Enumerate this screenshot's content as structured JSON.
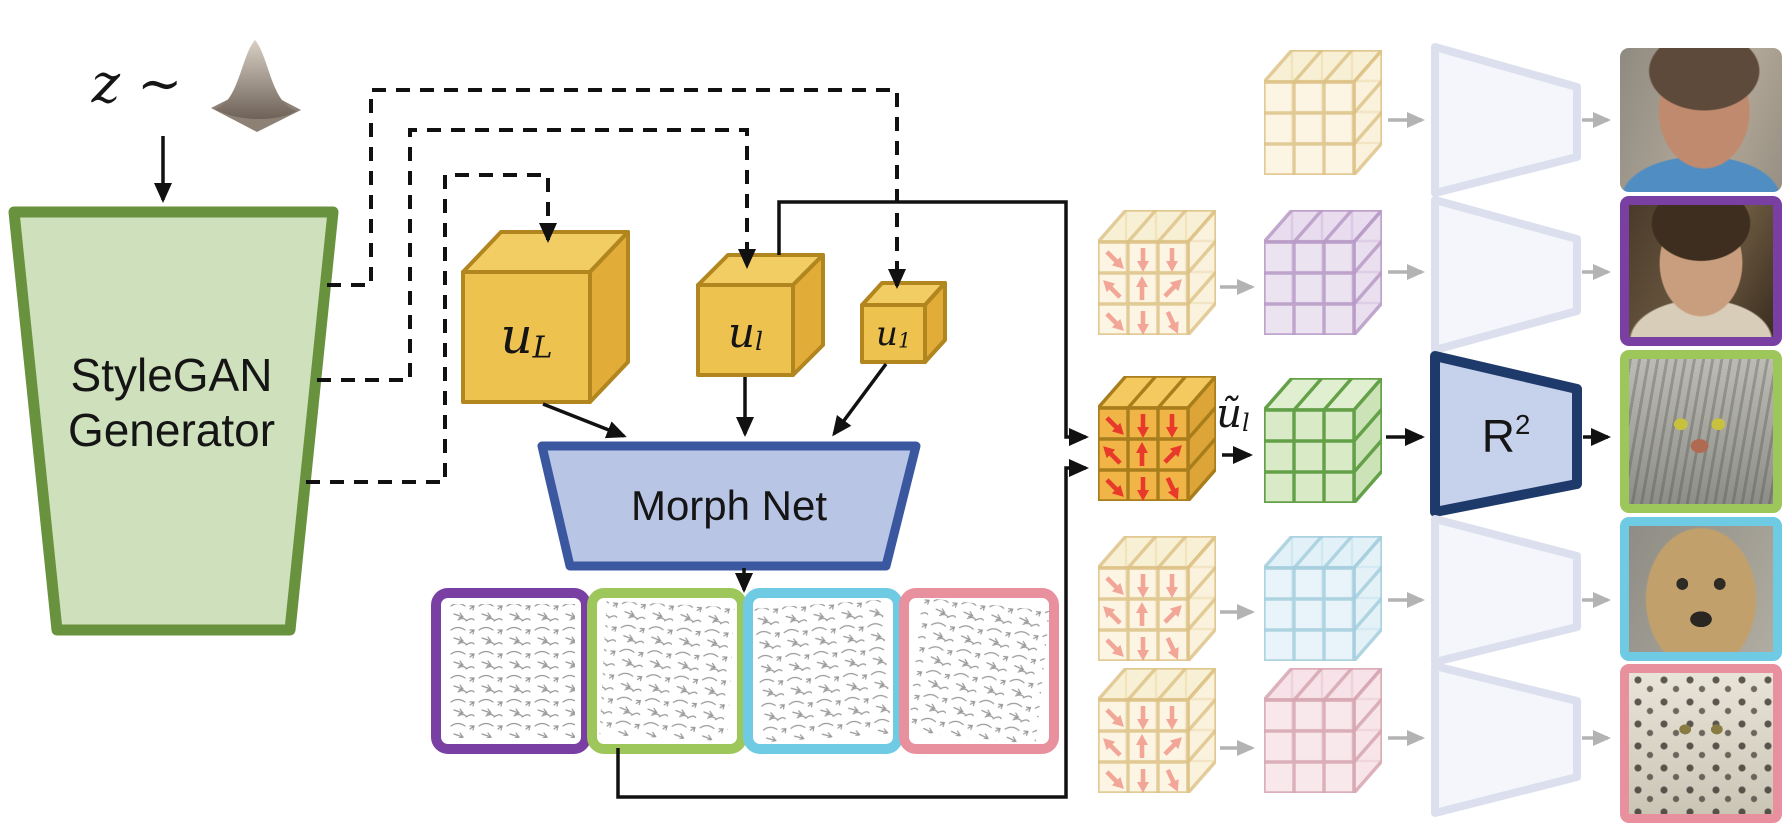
{
  "latent": {
    "label": "z ∼"
  },
  "generator": {
    "label": "StyleGAN Generator"
  },
  "feature_cubes": {
    "uL": {
      "base": "u",
      "sub": "L"
    },
    "ul": {
      "base": "u",
      "sub": "l"
    },
    "u1": {
      "base": "u",
      "sub": "1"
    }
  },
  "morph_net": {
    "label": "Morph Net"
  },
  "flow_fields": [
    {
      "name": "flow-field-purple"
    },
    {
      "name": "flow-field-green"
    },
    {
      "name": "flow-field-cyan"
    },
    {
      "name": "flow-field-pink"
    }
  ],
  "warped_feature": {
    "base": "ũ",
    "sub": "l"
  },
  "refine_block": {
    "base": "R",
    "sup": "2"
  },
  "output_rows": [
    {
      "image": "man-photo",
      "border": "none"
    },
    {
      "image": "portrait-painting",
      "border": "purple"
    },
    {
      "image": "cat-photo",
      "border": "green"
    },
    {
      "image": "dog-photo",
      "border": "cyan"
    },
    {
      "image": "snow-leopard-photo",
      "border": "pink"
    }
  ],
  "colors": {
    "generator_fill": "#cfe0bc",
    "generator_border": "#68923e",
    "gold_face": "#eec24f",
    "gold_top": "#f2cd64",
    "gold_side": "#e2ac38",
    "gold_edge": "#b1861f",
    "morph_fill": "#b8c5e5",
    "morph_border": "#3a57a0",
    "refine_fill": "#c6d1ec",
    "refine_border": "#1e3a6b",
    "faint_trap_fill": "#f4f6fb",
    "faint_trap_border": "#dce0ee",
    "flow_purple": "#7a3fa3",
    "flow_green": "#9dc75b",
    "flow_cyan": "#6fcbe3",
    "flow_pink": "#e8909d",
    "warp_red": "#e8392b",
    "warp_red_faded": "#f0998a",
    "arrow_gray": "#b3b3b3",
    "line_black": "#111111"
  }
}
